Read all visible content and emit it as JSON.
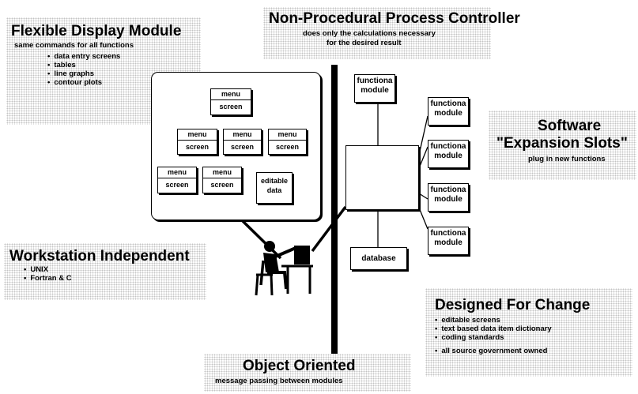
{
  "panels": {
    "flexible": {
      "title": "Flexible Display Module",
      "subtitle": "same commands for all functions",
      "bullets": [
        "data entry screens",
        "tables",
        "line graphs",
        "contour plots"
      ]
    },
    "nonprocedural": {
      "title": "Non-Procedural Process Controller",
      "line1": "does only the calculations necessary",
      "line2": "for the desired result"
    },
    "software": {
      "title1": "Software",
      "title2": "\"Expansion Slots\"",
      "subtitle": "plug in new functions"
    },
    "workstation": {
      "title": "Workstation  Independent",
      "bullets": [
        "UNIX",
        "Fortran & C"
      ]
    },
    "designed": {
      "title": "Designed For Change",
      "bullets": [
        "editable screens",
        "text based data item dictionary",
        "coding standards",
        "all source government owned"
      ]
    },
    "object": {
      "title": "Object Oriented",
      "subtitle": "message passing between modules"
    }
  },
  "screen_tree": {
    "menu": "menu",
    "screen": "screen",
    "editable": "editable data"
  },
  "modules": {
    "functional": "functiona module",
    "database": "database"
  }
}
